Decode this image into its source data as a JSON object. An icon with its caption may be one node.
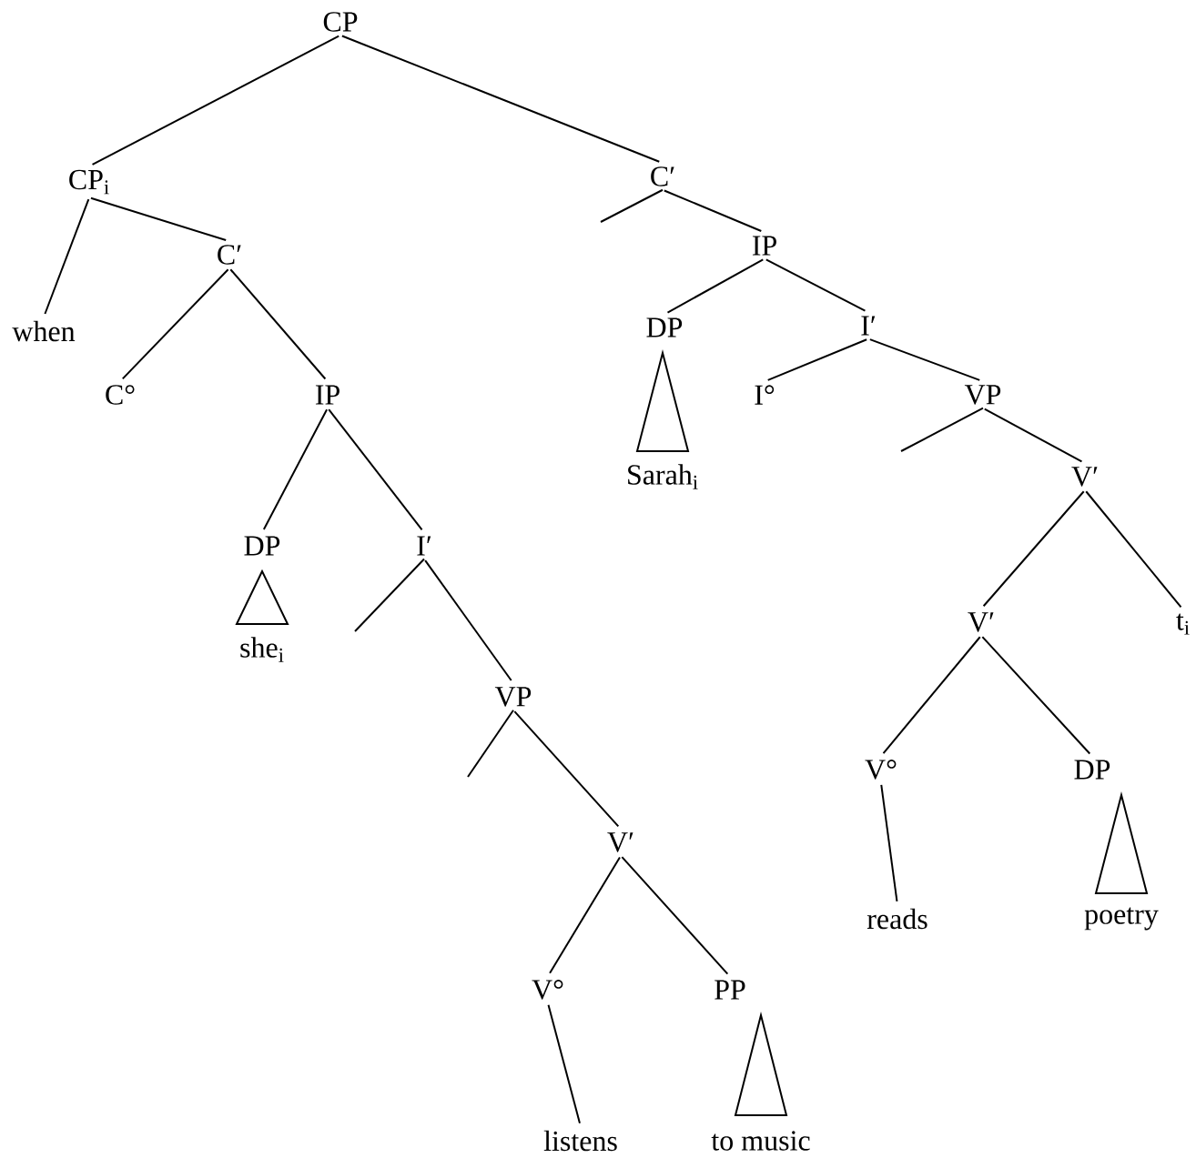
{
  "diagram": {
    "nodes": [
      {
        "text": [
          "CP"
        ]
      },
      {
        "text": [
          "CP$_{i}$"
        ]
      },
      {
        "text": [
          "C′"
        ]
      },
      {
        "text": [
          "when"
        ]
      },
      {
        "text": [
          "C°"
        ]
      },
      {
        "text": [
          "IP"
        ]
      },
      {
        "text": [
          "DP"
        ]
      },
      {
        "text": [
          "she$_{i}$"
        ]
      },
      {
        "text": [
          "I′"
        ]
      },
      {
        "text": [
          "VP"
        ]
      },
      {
        "text": [
          "V′"
        ]
      },
      {
        "text": [
          "V°"
        ]
      },
      {
        "text": [
          "PP"
        ]
      },
      {
        "text": [
          "listens"
        ]
      },
      {
        "text": [
          "to music"
        ]
      },
      {
        "text": [
          "C′"
        ]
      },
      {
        "text": [
          "IP"
        ]
      },
      {
        "text": [
          "DP"
        ]
      },
      {
        "text": [
          "Sarah$_{i}$"
        ]
      },
      {
        "text": [
          "I′"
        ]
      },
      {
        "text": [
          "I°"
        ]
      },
      {
        "text": [
          "VP"
        ]
      },
      {
        "text": [
          "V′"
        ]
      },
      {
        "text": [
          "V′"
        ]
      },
      {
        "text": [
          "t$_{i}$"
        ]
      },
      {
        "text": [
          "V°"
        ]
      },
      {
        "text": [
          "DP"
        ]
      },
      {
        "text": [
          "reads"
        ]
      },
      {
        "text": [
          "poetry"
        ]
      }
    ],
    "edges": [
      {
        "from": 0,
        "to": 1,
        "arrow": "none"
      },
      {
        "from": 0,
        "to": 15,
        "arrow": "none"
      },
      {
        "from": 1,
        "to": 3,
        "arrow": "none"
      },
      {
        "from": 1,
        "to": 2,
        "arrow": "none"
      },
      {
        "from": 2,
        "to": 4,
        "arrow": "none"
      },
      {
        "from": 2,
        "to": 5,
        "arrow": "none"
      },
      {
        "from": 5,
        "to": 6,
        "arrow": "none"
      },
      {
        "from": 5,
        "to": 8,
        "arrow": "none"
      },
      {
        "from": 8,
        "to": null,
        "arrow": "none"
      },
      {
        "from": 8,
        "to": 9,
        "arrow": "none"
      },
      {
        "from": 9,
        "to": null,
        "arrow": "none"
      },
      {
        "from": 9,
        "to": 10,
        "arrow": "none"
      },
      {
        "from": 10,
        "to": 11,
        "arrow": "none"
      },
      {
        "from": 10,
        "to": 12,
        "arrow": "none"
      },
      {
        "from": 11,
        "to": 13,
        "arrow": "none"
      },
      {
        "from": 15,
        "to": null,
        "arrow": "none"
      },
      {
        "from": 15,
        "to": 16,
        "arrow": "none"
      },
      {
        "from": 16,
        "to": 17,
        "arrow": "none"
      },
      {
        "from": 16,
        "to": 19,
        "arrow": "none"
      },
      {
        "from": 19,
        "to": 20,
        "arrow": "none"
      },
      {
        "from": 19,
        "to": 21,
        "arrow": "none"
      },
      {
        "from": 21,
        "to": null,
        "arrow": "none"
      },
      {
        "from": 21,
        "to": 22,
        "arrow": "none"
      },
      {
        "from": 22,
        "to": 23,
        "arrow": "none"
      },
      {
        "from": 22,
        "to": 24,
        "arrow": "none"
      },
      {
        "from": 23,
        "to": 25,
        "arrow": "none"
      },
      {
        "from": 23,
        "to": 26,
        "arrow": "none"
      },
      {
        "from": 25,
        "to": 27,
        "arrow": "none"
      }
    ]
  }
}
